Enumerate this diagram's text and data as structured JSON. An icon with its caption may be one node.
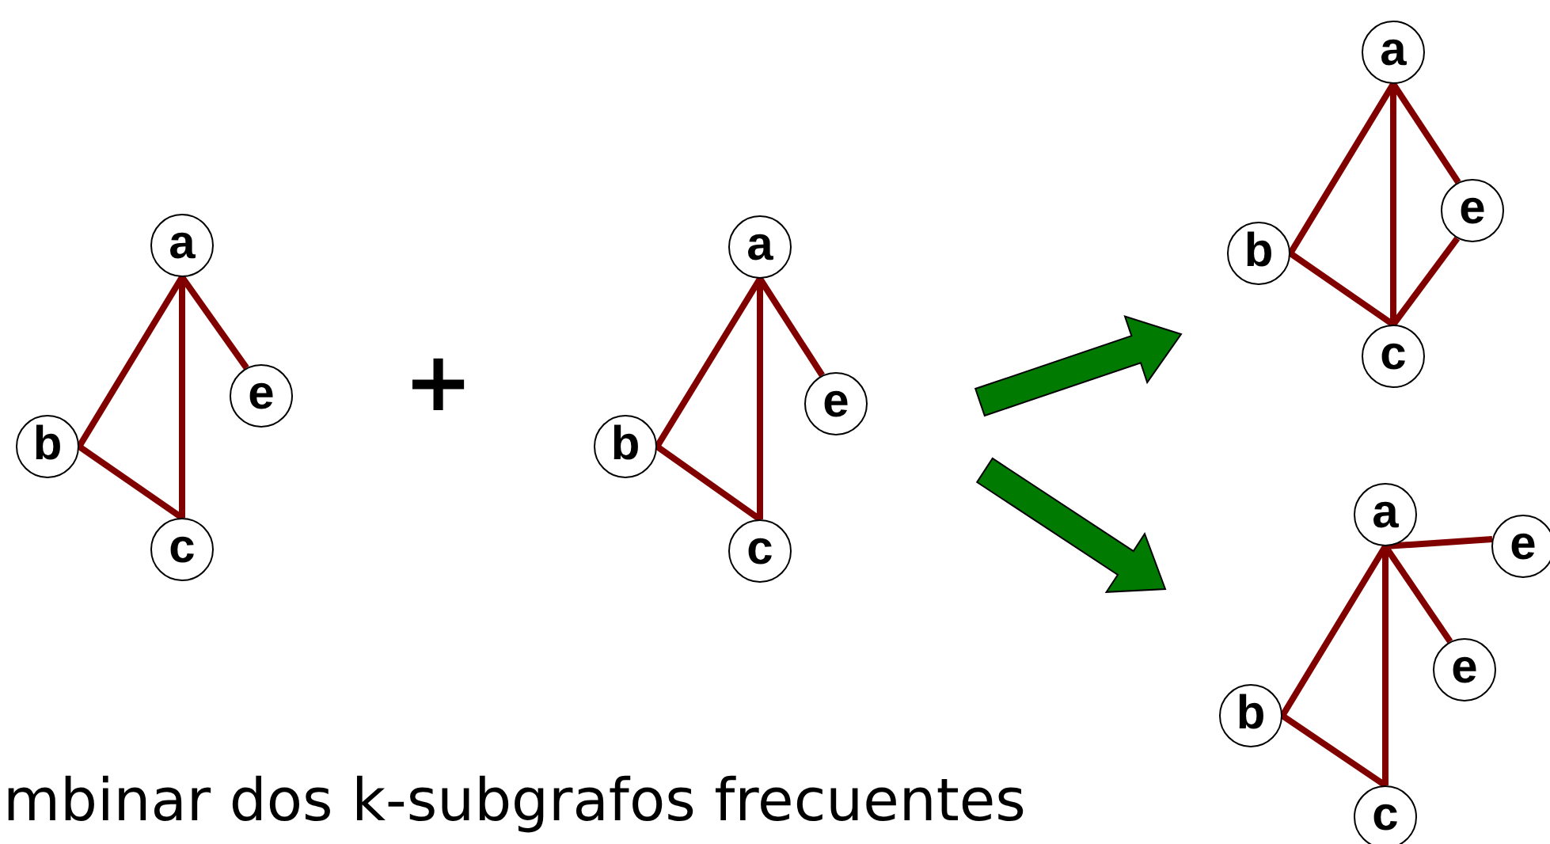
{
  "diagram": {
    "nodes": [
      {
        "text": [
          "a"
        ]
      },
      {
        "text": [
          "e"
        ]
      },
      {
        "text": [
          "b"
        ]
      },
      {
        "text": [
          "c"
        ]
      },
      {
        "text": [
          "a"
        ]
      },
      {
        "text": [
          "e"
        ]
      },
      {
        "text": [
          "b"
        ]
      },
      {
        "text": [
          "c"
        ]
      },
      {
        "text": [
          "a"
        ]
      },
      {
        "text": [
          "e"
        ]
      },
      {
        "text": [
          "b"
        ]
      },
      {
        "text": [
          "c"
        ]
      },
      {
        "text": [
          "a"
        ]
      },
      {
        "text": [
          "e"
        ]
      },
      {
        "text": [
          "e"
        ]
      },
      {
        "text": [
          "b"
        ]
      },
      {
        "text": [
          "c"
        ]
      }
    ],
    "edges": [
      {
        "from": 0,
        "to": 2,
        "arrow": "none"
      },
      {
        "from": 0,
        "to": 3,
        "arrow": "none"
      },
      {
        "from": 0,
        "to": 1,
        "arrow": "none"
      },
      {
        "from": 2,
        "to": 3,
        "arrow": "none"
      },
      {
        "from": 4,
        "to": 6,
        "arrow": "none"
      },
      {
        "from": 4,
        "to": 7,
        "arrow": "none"
      },
      {
        "from": 4,
        "to": 5,
        "arrow": "none"
      },
      {
        "from": 6,
        "to": 7,
        "arrow": "none"
      },
      {
        "from": 8,
        "to": 10,
        "arrow": "none"
      },
      {
        "from": 8,
        "to": 11,
        "arrow": "none"
      },
      {
        "from": 8,
        "to": 9,
        "arrow": "none"
      },
      {
        "from": 10,
        "to": 11,
        "arrow": "none"
      },
      {
        "from": 9,
        "to": 11,
        "arrow": "none"
      },
      {
        "from": 12,
        "to": 13,
        "arrow": "none"
      },
      {
        "from": 12,
        "to": 14,
        "arrow": "none"
      },
      {
        "from": 12,
        "to": 15,
        "arrow": "none"
      },
      {
        "from": 12,
        "to": 16,
        "arrow": "none"
      },
      {
        "from": 15,
        "to": 16,
        "arrow": "none"
      }
    ],
    "labels": [
      "+",
      "mbinar dos k-subgrafos frecuentes"
    ]
  }
}
